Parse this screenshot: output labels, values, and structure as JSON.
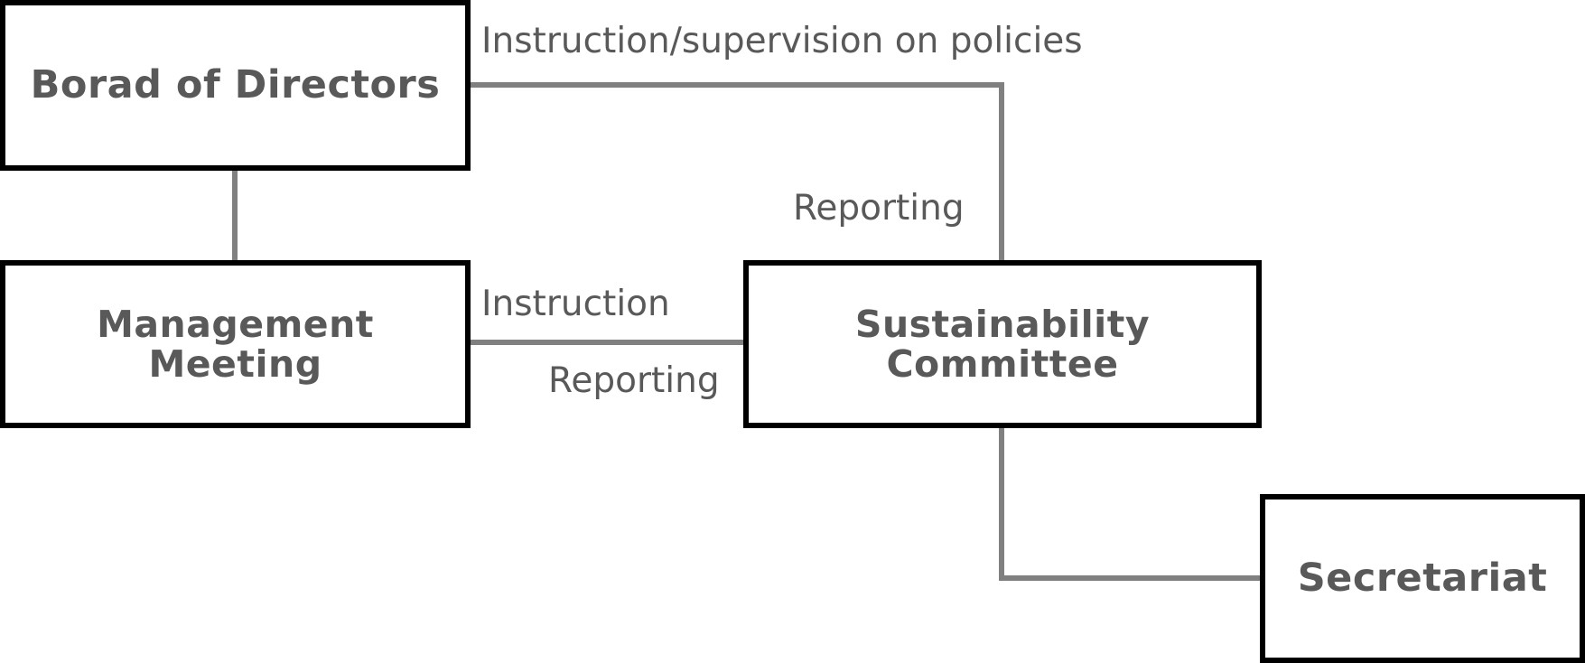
{
  "diagram": {
    "nodes": {
      "board": {
        "label": "Borad of Directors"
      },
      "management": {
        "label_line1": "Management",
        "label_line2": "Meeting"
      },
      "sustainability": {
        "label_line1": "Sustainability",
        "label_line2": "Committee"
      },
      "secretariat": {
        "label": "Secretariat"
      }
    },
    "edges": {
      "board_to_sustainability": {
        "label_down": "Instruction/supervision on policies",
        "label_up": "Reporting"
      },
      "management_to_sustainability": {
        "label_to": "Instruction",
        "label_from": "Reporting"
      }
    },
    "colors": {
      "box_border": "#000000",
      "text": "#595959",
      "connector": "#808080"
    }
  }
}
